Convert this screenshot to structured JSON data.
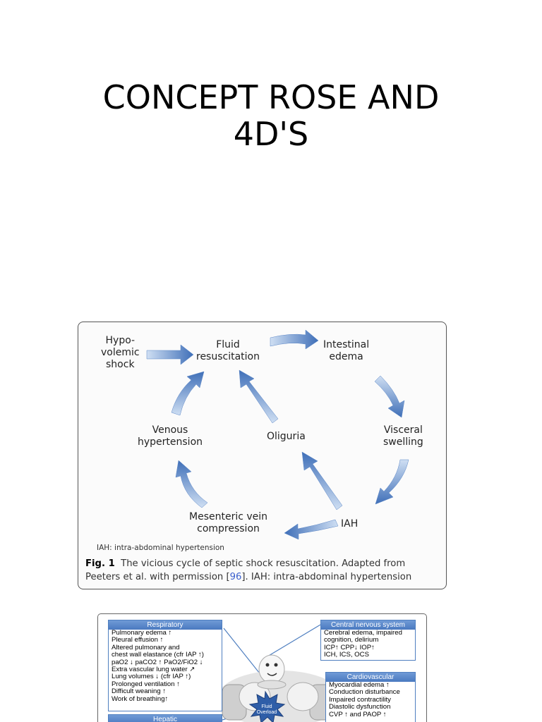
{
  "slide": {
    "title_line1": "CONCEPT ROSE AND",
    "title_line2": "4D'S"
  },
  "figure1": {
    "nodes": {
      "hypovolemic": [
        "Hypo-",
        "volemic",
        "shock"
      ],
      "fluid": [
        "Fluid",
        "resuscitation"
      ],
      "intestinal": [
        "Intestinal",
        "edema"
      ],
      "visceral": [
        "Visceral",
        "swelling"
      ],
      "iah": "IAH",
      "mesenteric": [
        "Mesenteric vein",
        "compression"
      ],
      "venous": [
        "Venous",
        "hypertension"
      ],
      "oliguria": "Oliguria"
    },
    "note": "IAH: intra-abdominal hypertension",
    "caption_fig": "Fig. 1",
    "caption_text_a": "The vicious cycle of septic shock resuscitation. Adapted from Peeters et al. with permission [",
    "caption_ref": "96",
    "caption_text_b": "]. IAH: intra-abdominal hypertension",
    "arrow_color": "#3f6fb8"
  },
  "figure2": {
    "center_label": [
      "Fluid",
      "Overload"
    ],
    "respiratory": {
      "header": "Respiratory",
      "lines": [
        "Pulmonary edema ↑",
        "Pleural effusion ↑",
        "Altered pulmonary and",
        "chest wall elastance (cfr IAP ↑)",
        "paO2 ↓ paCO2 ↑ PaO2/FiO2 ↓",
        "Extra vascular lung water ↗",
        "Lung volumes ↓ (cfr IAP ↑)",
        "Prolonged ventilation ↑",
        "Difficult weaning ↑",
        "Work of breathing↑"
      ]
    },
    "cns": {
      "header": "Central nervous system",
      "lines": [
        "Cerebral edema, impaired",
        "cognition, delirium",
        "ICP↑ CPP↓ IOP↑",
        "ICH, ICS, OCS"
      ]
    },
    "cardio": {
      "header": "Cardiovascular",
      "lines": [
        "Myocardial edema ↑",
        "Conduction disturbance",
        "Impaired contractility",
        "Diastolic dysfunction",
        "CVP ↑ and PAOP ↑"
      ]
    },
    "hepatic": {
      "header": "Hepatic"
    }
  }
}
